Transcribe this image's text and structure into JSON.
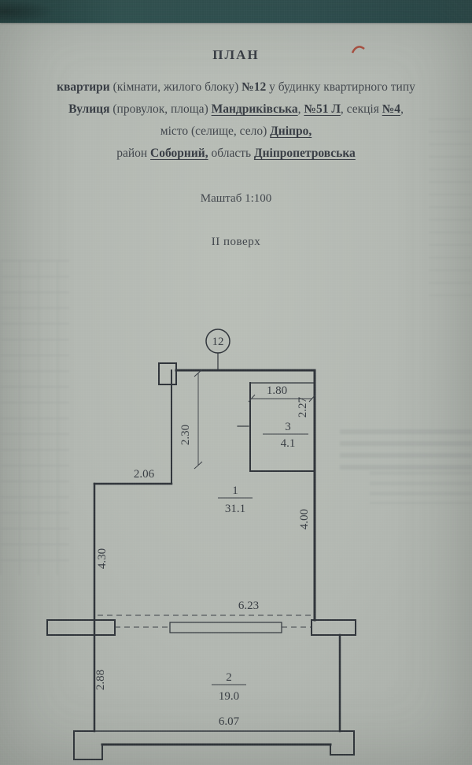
{
  "header": {
    "title": "ПЛАН",
    "line_apartment": {
      "b1": "квартири",
      "r1": " (кімнати, жилого блоку) ",
      "b2": "№12",
      "r2": " у будинку квартирного типу"
    },
    "line_street": {
      "b1": "Вулиця",
      "r1": " (провулок, площа) ",
      "u1": "Мандриківська",
      "r2": ", ",
      "u2": "№51 Л",
      "r3": ", секція ",
      "u3": "№4",
      "r4": ","
    },
    "line_city": {
      "r1": "місто (селище, село) ",
      "u1": "Дніпро,"
    },
    "line_district": {
      "r1": "район ",
      "u1": "Соборний,",
      "r2": " область ",
      "u2": "Дніпропетровська"
    },
    "scale": "Маштаб 1:100",
    "floor": "ІІ поверх"
  },
  "plan": {
    "unit_number": "12",
    "rooms": [
      {
        "number": "1",
        "area": "31.1"
      },
      {
        "number": "2",
        "area": "19.0"
      },
      {
        "number": "3",
        "area": "4.1"
      }
    ],
    "dims": [
      "1.80",
      "2.27",
      "2.30",
      "2.06",
      "4.00",
      "4.30",
      "6.23",
      "2.88",
      "6.07"
    ],
    "colors": {
      "ink": "#2f343a",
      "pen_mark": "#a63c2b"
    }
  }
}
